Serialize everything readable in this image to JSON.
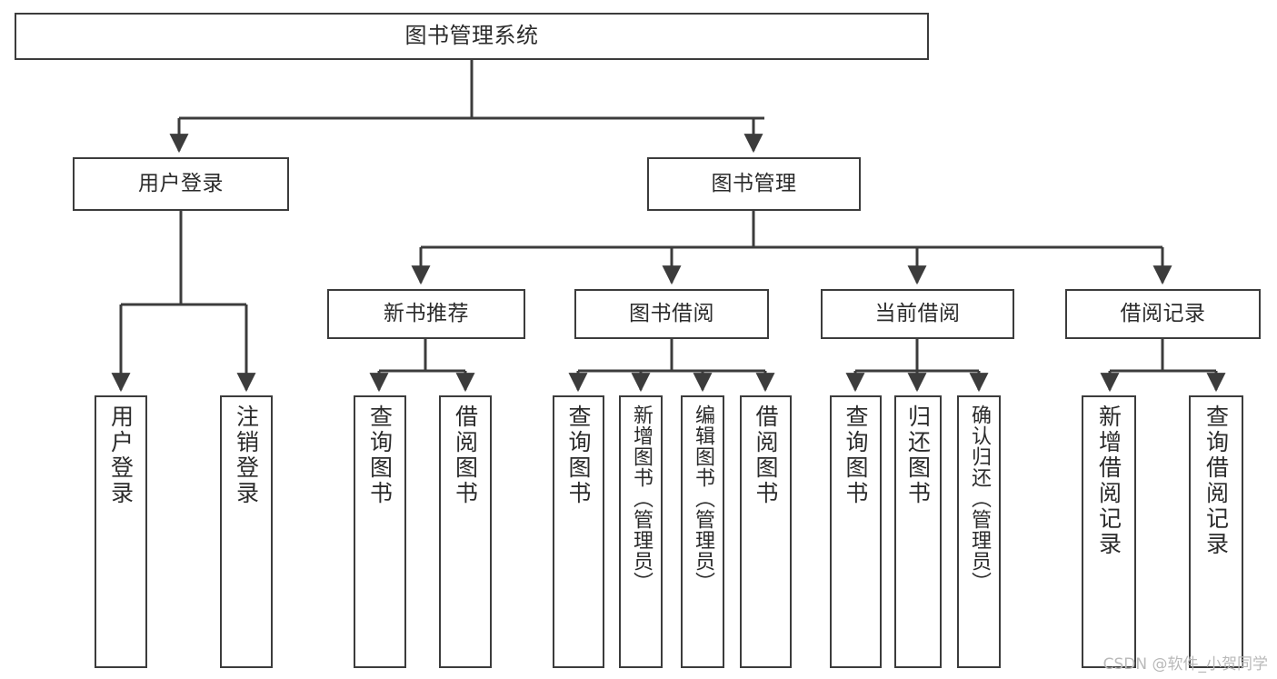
{
  "diagram": {
    "title": "图书管理系统",
    "watermark": "CSDN @软件_小贺同学",
    "colors": {
      "border": "#3c3c3c",
      "fill": "#ffffff",
      "text": "#2b2b2b",
      "connector": "#3c3c3c",
      "watermark": "#b9b9b9"
    },
    "root": {
      "label": "图书管理系统"
    },
    "level2": [
      {
        "label": "用户登录"
      },
      {
        "label": "图书管理"
      }
    ],
    "level3": [
      {
        "label": "新书推荐"
      },
      {
        "label": "图书借阅"
      },
      {
        "label": "当前借阅"
      },
      {
        "label": "借阅记录"
      }
    ],
    "leaves": {
      "user_login": [
        {
          "label": "用户登录"
        },
        {
          "label": "注销登录"
        }
      ],
      "new_book": [
        {
          "label": "查询图书"
        },
        {
          "label": "借阅图书"
        }
      ],
      "book_borrow": [
        {
          "label": "查询图书"
        },
        {
          "label": "新增图书（管理员）"
        },
        {
          "label": "编辑图书（管理员）"
        },
        {
          "label": "借阅图书"
        }
      ],
      "current_borrow": [
        {
          "label": "查询图书"
        },
        {
          "label": "归还图书"
        },
        {
          "label": "确认归还（管理员）"
        }
      ],
      "borrow_record": [
        {
          "label": "新增借阅记录"
        },
        {
          "label": "查询借阅记录"
        }
      ]
    }
  }
}
